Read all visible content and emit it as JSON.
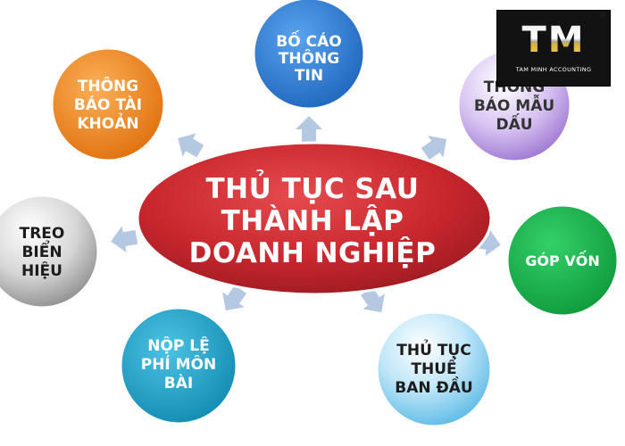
{
  "center": {
    "lines": [
      "THỦ TỤC SAU",
      "THÀNH LẬP",
      "DOANH NGHIỆP"
    ],
    "color": "#c8272d"
  },
  "nodes": [
    {
      "id": "bo-cao-thong-tin",
      "lines": [
        "BỐ CÁO",
        "THÔNG",
        "TIN"
      ],
      "color": "#2f7fd6"
    },
    {
      "id": "thong-bao-mau-dau",
      "lines": [
        "THÔNG",
        "BÁO MẪU",
        "DẤU"
      ],
      "color": "#b78fe0"
    },
    {
      "id": "gop-von",
      "lines": [
        "GÓP VỐN"
      ],
      "color": "#17b24a"
    },
    {
      "id": "thu-tuc-thue-ban-dau",
      "lines": [
        "THỦ TỤC",
        "THUẾ",
        "BAN ĐẦU"
      ],
      "color": "#7fcdf0"
    },
    {
      "id": "nop-le-phi-mon-bai",
      "lines": [
        "NỘP LỆ",
        "PHÍ MÔN",
        "BÀI"
      ],
      "color": "#1aa3c9"
    },
    {
      "id": "treo-bien-hieu",
      "lines": [
        "TREO",
        "BIỂN",
        "HIỆU"
      ],
      "color": "#8c8c8c"
    },
    {
      "id": "thong-bao-tai-khoan",
      "lines": [
        "THÔNG",
        "BÁO TÀI",
        "KHOẢN"
      ],
      "color": "#f08a1c"
    }
  ],
  "arrow_color": "#b4c8e2",
  "logo": {
    "mark": "TM",
    "subtitle": "TAM MINH ACCOUNTING",
    "registered": "®"
  }
}
